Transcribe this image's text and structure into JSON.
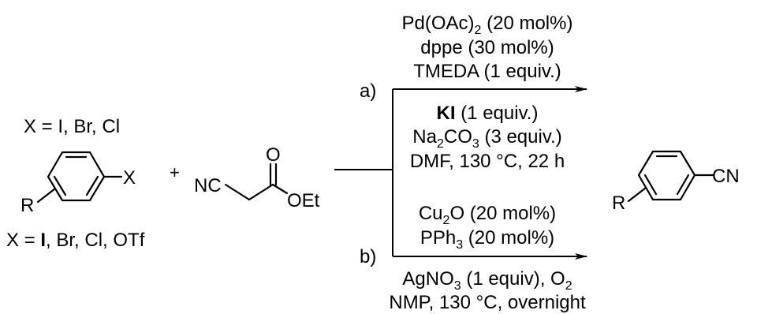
{
  "reactant1": {
    "x_top_text": "X = I, Br, Cl",
    "x_bottom_prefix": "X = ",
    "x_bottom_bold": "I",
    "x_bottom_rest": ", Br, Cl, OTf",
    "substituent_r": "R",
    "substituent_x": "X"
  },
  "plus": "+",
  "reactant2": {
    "nc": "NC",
    "o": "O",
    "oet": "OEt"
  },
  "condition_a": {
    "label": "a)",
    "above": [
      {
        "main": "Pd(OAc)",
        "sub": "2",
        "tail": " (20 mol%)"
      },
      {
        "main": "dppe (30 mol%)"
      },
      {
        "main": "TMEDA (1 equiv.)"
      }
    ],
    "below": [
      {
        "bold": "KI",
        "main": " (1 equiv.)"
      },
      {
        "main": "Na",
        "sub": "2",
        "main2": "CO",
        "sub2": "3",
        "tail": " (3 equiv.)"
      },
      {
        "main": "DMF, 130 °C, 22 h"
      }
    ]
  },
  "condition_b": {
    "label": "b)",
    "above": [
      {
        "main": "Cu",
        "sub": "2",
        "tail": "O (20 mol%)"
      },
      {
        "main": "PPh",
        "sub": "3",
        "tail": " (20 mol%)"
      }
    ],
    "below": [
      {
        "main": "AgNO",
        "sub": "3",
        "tail": " (1 equiv), O",
        "sub2": "2"
      },
      {
        "main": "NMP, 130 °C, overnight"
      }
    ]
  },
  "product": {
    "r": "R",
    "cn": "CN"
  }
}
